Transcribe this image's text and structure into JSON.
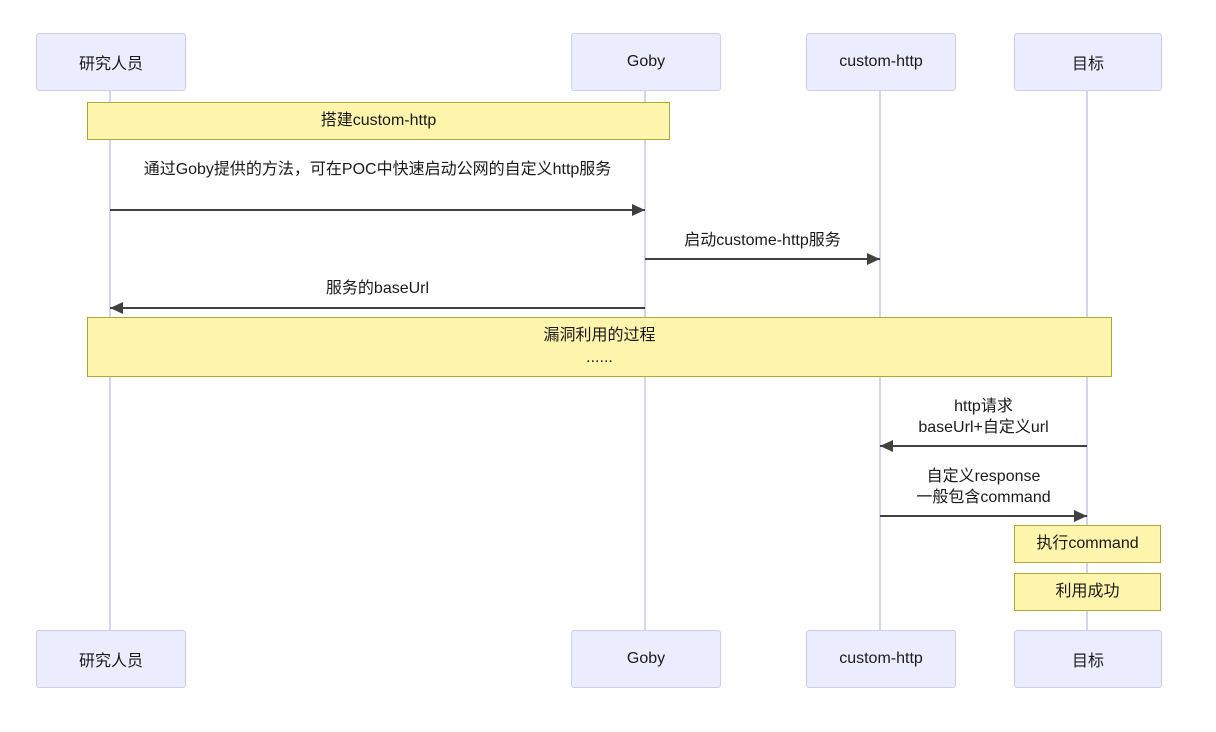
{
  "diagram": {
    "type": "sequence-diagram",
    "actors": [
      {
        "id": "researcher",
        "label": "研究人员"
      },
      {
        "id": "goby",
        "label": "Goby"
      },
      {
        "id": "custom-http",
        "label": "custom-http"
      },
      {
        "id": "target",
        "label": "目标"
      }
    ],
    "notes": [
      {
        "id": "note-build",
        "over": "研究人员,Goby",
        "line1": "搭建custom-http",
        "line2": ""
      },
      {
        "id": "note-exploit",
        "over": "研究人员,目标",
        "line1": "漏洞利用的过程",
        "line2": "......"
      },
      {
        "id": "note-exec",
        "over": "目标",
        "line1": "执行command",
        "line2": ""
      },
      {
        "id": "note-success",
        "over": "目标",
        "line1": "利用成功",
        "line2": ""
      }
    ],
    "messages": [
      {
        "id": "msg-1",
        "from": "研究人员",
        "to": "Goby",
        "direction": "right",
        "line1": "通过Goby提供的方法，可在POC中快速启动公网的自定义http服务",
        "line2": ""
      },
      {
        "id": "msg-2",
        "from": "Goby",
        "to": "custom-http",
        "direction": "right",
        "line1": "启动custome-http服务",
        "line2": ""
      },
      {
        "id": "msg-3",
        "from": "Goby",
        "to": "研究人员",
        "direction": "left",
        "line1": "服务的baseUrl",
        "line2": ""
      },
      {
        "id": "msg-4",
        "from": "目标",
        "to": "custom-http",
        "direction": "left",
        "line1": "http请求",
        "line2": "baseUrl+自定义url"
      },
      {
        "id": "msg-5",
        "from": "custom-http",
        "to": "目标",
        "direction": "right",
        "line1": "自定义response",
        "line2": "一般包含command"
      }
    ],
    "colors": {
      "actor_fill": "#ECECFF",
      "actor_border": "#CDCDF2",
      "note_fill": "#FFF5AD",
      "note_border": "#AAAA33",
      "lifeline": "#D8D2F0",
      "arrow": "#404040",
      "text": "#1A1A1A",
      "background": "#FFFFFF"
    }
  }
}
